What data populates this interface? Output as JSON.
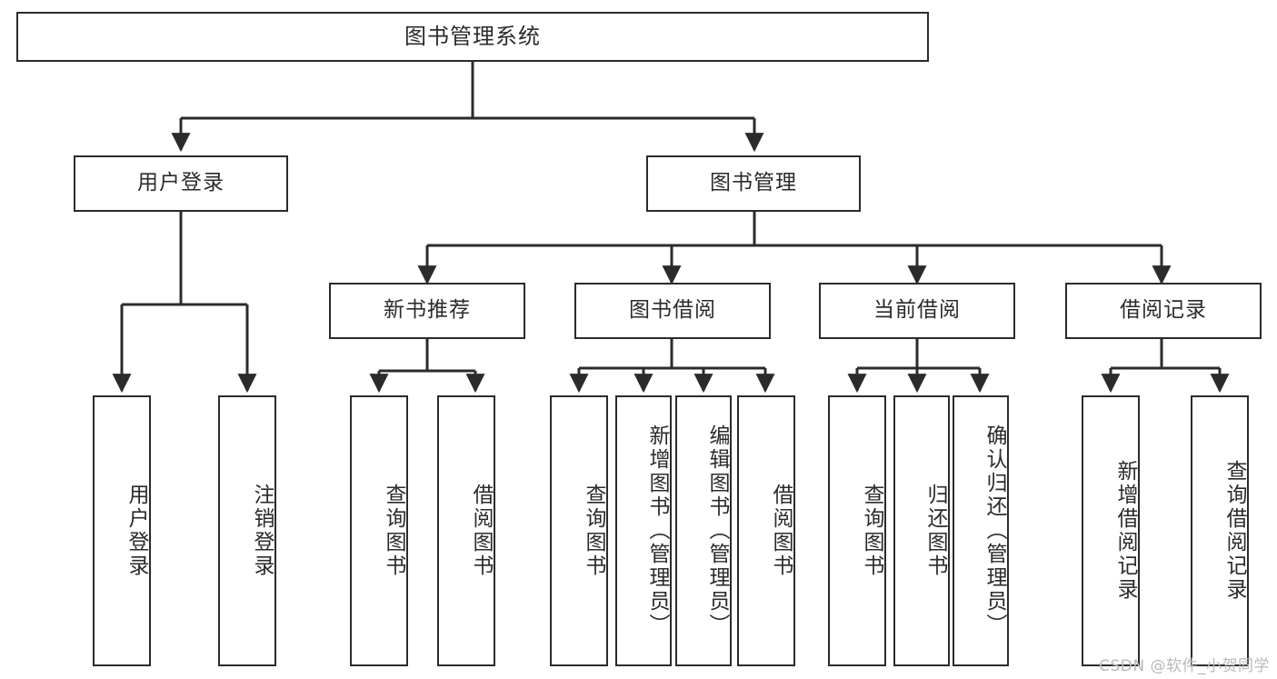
{
  "diagram": {
    "title": "图书管理系统",
    "type": "tree-hierarchy-diagram",
    "watermark": "CSDN @软件_小贺同学",
    "colors": {
      "border": "#2b2b2b",
      "background": "#ffffff",
      "text": "#2b2b2b",
      "edge": "#2b2b2b",
      "watermark": "#b9b9b9"
    },
    "nodes": {
      "root": {
        "label": "图书管理系统"
      },
      "level2": [
        {
          "id": "user-login",
          "label": "用户登录"
        },
        {
          "id": "book-manage",
          "label": "图书管理"
        }
      ],
      "level3": [
        {
          "id": "new-book-recommend",
          "label": "新书推荐"
        },
        {
          "id": "book-borrow",
          "label": "图书借阅"
        },
        {
          "id": "current-borrow",
          "label": "当前借阅"
        },
        {
          "id": "borrow-record",
          "label": "借阅记录"
        }
      ],
      "leaves": {
        "user-login": [
          {
            "id": "leaf-user-login",
            "label": "用户登录"
          },
          {
            "id": "leaf-logout-login",
            "label": "注销登录"
          }
        ],
        "new-book-recommend": [
          {
            "id": "leaf-query-book-1",
            "label": "查询图书"
          },
          {
            "id": "leaf-borrow-book-1",
            "label": "借阅图书"
          }
        ],
        "book-borrow": [
          {
            "id": "leaf-query-book-2",
            "label": "查询图书"
          },
          {
            "id": "leaf-add-book",
            "label": "新增图书（管理员）"
          },
          {
            "id": "leaf-edit-book",
            "label": "编辑图书（管理员）"
          },
          {
            "id": "leaf-borrow-book-2",
            "label": "借阅图书"
          }
        ],
        "current-borrow": [
          {
            "id": "leaf-query-book-3",
            "label": "查询图书"
          },
          {
            "id": "leaf-return-book",
            "label": "归还图书"
          },
          {
            "id": "leaf-confirm-return",
            "label": "确认归还（管理员）"
          }
        ],
        "borrow-record": [
          {
            "id": "leaf-add-record",
            "label": "新增借阅记录"
          },
          {
            "id": "leaf-query-record",
            "label": "查询借阅记录"
          }
        ]
      }
    }
  }
}
